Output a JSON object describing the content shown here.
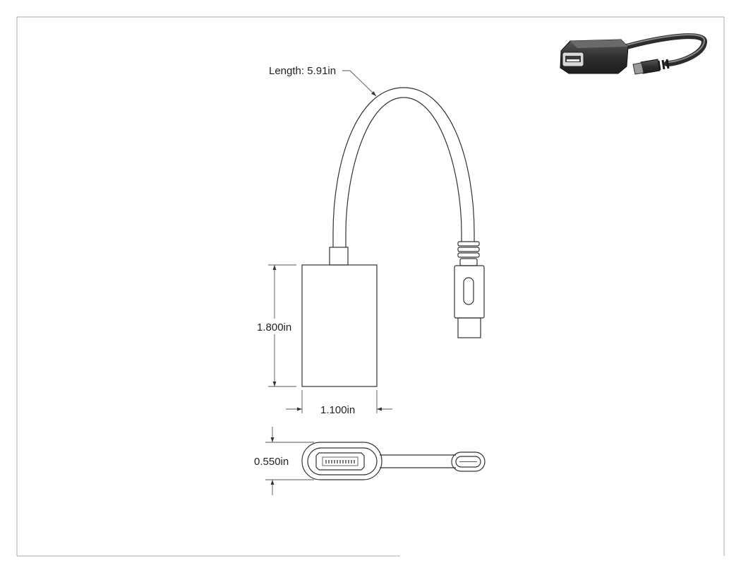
{
  "drawing": {
    "dimensions": {
      "cable_length": "Length: 5.91in",
      "height": "1.800in",
      "width": "1.100in",
      "thickness": "0.550in"
    },
    "colors": {
      "line": "#333333",
      "border": "#aaaaaa",
      "preview_dark": "#3a3a3a"
    },
    "icons": {
      "preview": "usb-otg-adapter-render-icon",
      "top_view": "usb-a-female-to-micro-usb-adapter-icon",
      "end_view": "usb-port-end-view-icon"
    }
  }
}
